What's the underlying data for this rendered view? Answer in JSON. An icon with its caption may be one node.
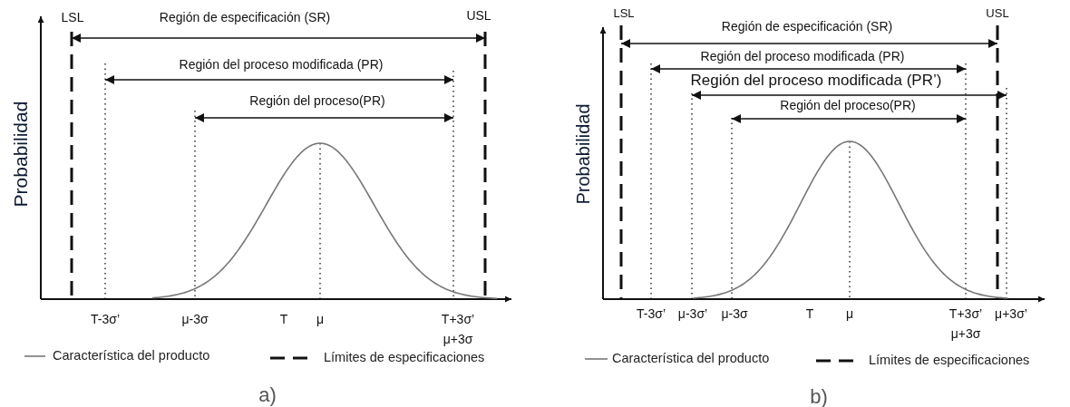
{
  "diagram": {
    "labels": [
      "LSL",
      "Región de especificación (SR)",
      "USL",
      "Región del proceso modificada (PR)",
      "Región del proceso(PR)",
      "Probabilidad",
      "T-3σ’",
      "μ-3σ",
      "T",
      "μ",
      "T+3σ’",
      "μ+3σ",
      "a)",
      "LSL",
      "USL",
      "Región de especificación (SR)",
      "Región del proceso modificada (PR)",
      "Región del proceso modificada (PR’)",
      "Región del proceso(PR)",
      "Probabilidad",
      "T-3σ’",
      "μ-3σ’",
      "μ-3σ",
      "T",
      "μ",
      "T+3σ’",
      "μ+3σ’",
      "μ+3σ",
      "b)"
    ],
    "legend": [
      {
        "text": "Característica del producto"
      },
      {
        "text": "Límites de especificaciones"
      },
      {
        "text": "Característica del producto"
      },
      {
        "text": "Límites de especificaciones"
      }
    ]
  }
}
